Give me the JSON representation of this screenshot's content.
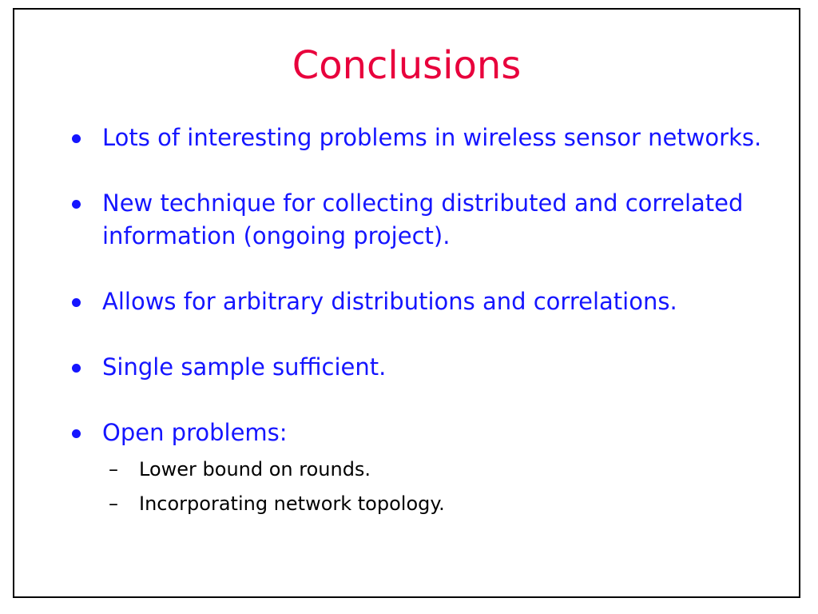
{
  "slide": {
    "title": "Conclusions",
    "bullets": [
      {
        "text": "Lots of interesting problems in wireless sensor networks."
      },
      {
        "text": "New technique for collecting distributed and correlated information (ongoing project)."
      },
      {
        "text": "Allows for arbitrary distributions and correlations."
      },
      {
        "text": "Single sample sufficient."
      },
      {
        "text": "Open problems:",
        "subitems": [
          "Lower bound on rounds.",
          "Incorporating network topology."
        ]
      }
    ],
    "sub_marker": "–"
  },
  "colors": {
    "title": "#e8003c",
    "bullet_text": "#1515ff",
    "sub_text": "#000000",
    "border": "#000000"
  }
}
